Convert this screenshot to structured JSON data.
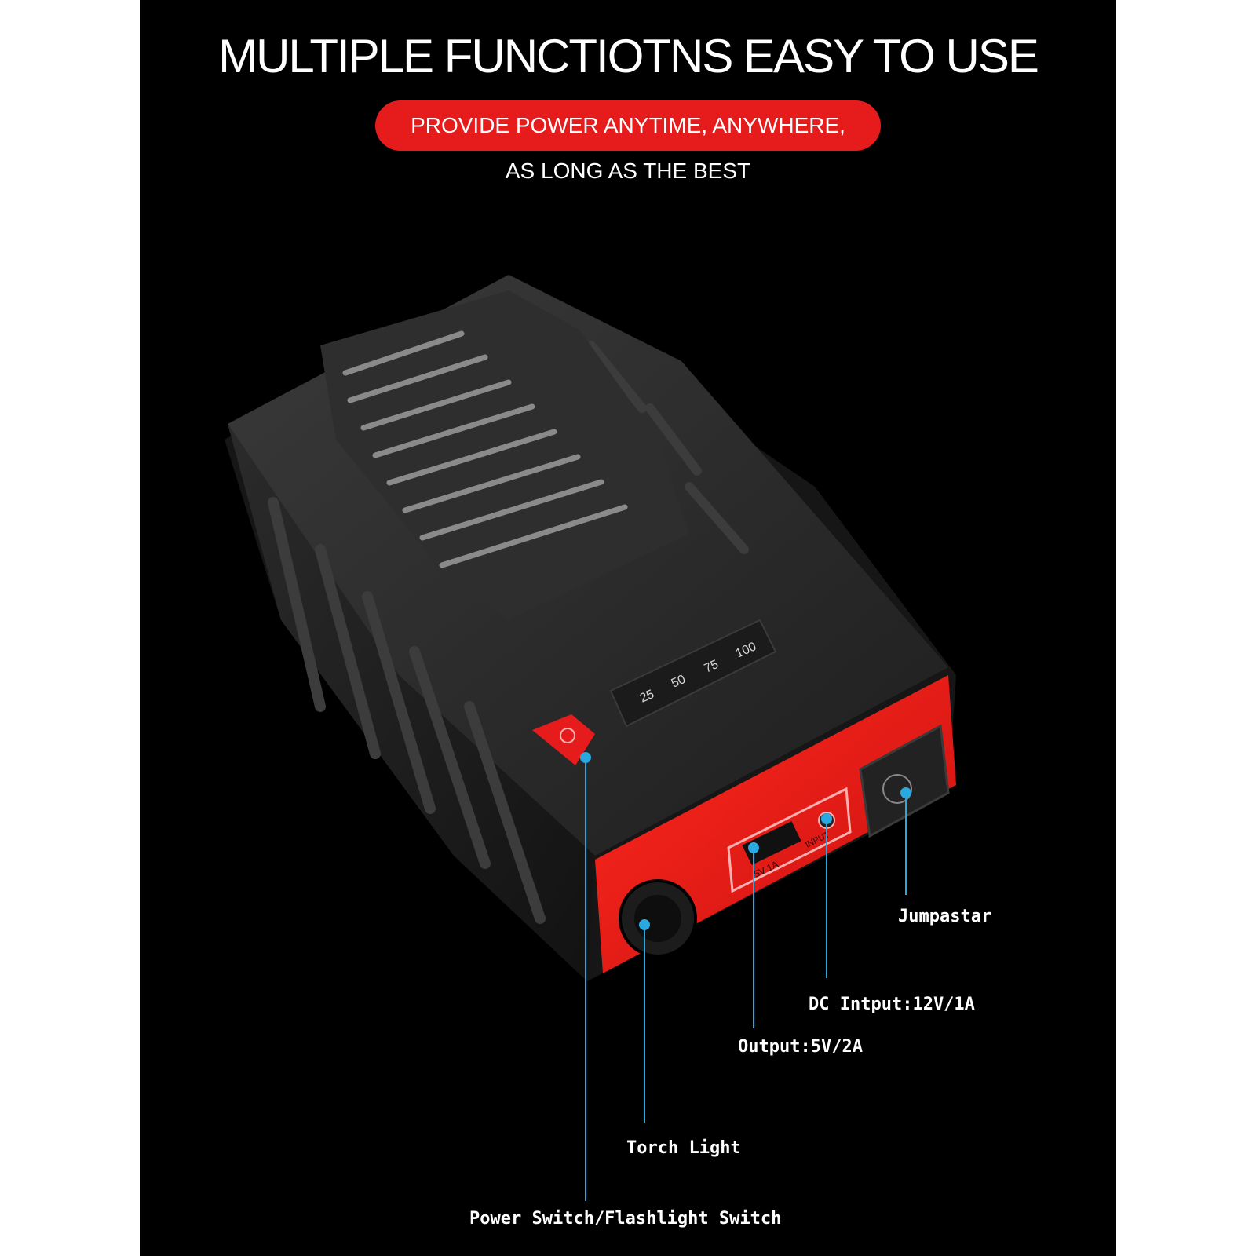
{
  "header": {
    "title": "MULTIPLE FUNCTIOTNS EASY TO USE",
    "banner": "PROVIDE POWER ANYTIME, ANYWHERE,",
    "subtitle": "AS LONG AS THE BEST"
  },
  "device": {
    "battery_levels": [
      "25",
      "50",
      "75",
      "100"
    ],
    "port_labels": {
      "usb": "5V 1A",
      "input": "INPUT"
    }
  },
  "callouts": {
    "jumpstart": "Jumpastar",
    "dc_input": "DC Intput:12V/1A",
    "output": "Output:5V/2A",
    "torch": "Torch Light",
    "power_switch": "Power Switch/Flashlight Switch"
  },
  "colors": {
    "background": "#000000",
    "accent_red": "#e61b1b",
    "callout_line": "#2aa8e0"
  }
}
